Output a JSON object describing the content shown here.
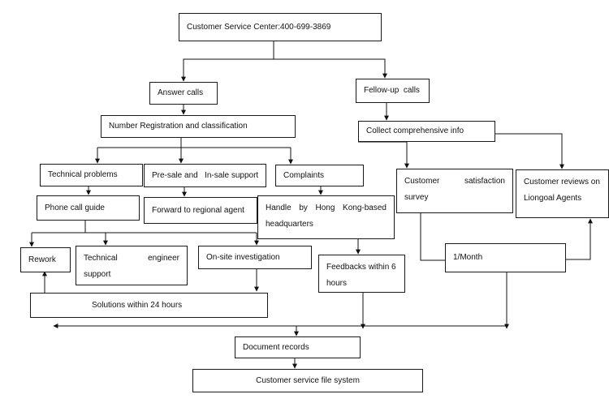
{
  "nodes": {
    "service_center": "Customer Service Center:400-699-3869",
    "answer_calls": "Answer calls",
    "follow_up_calls": "Fellow-up  calls",
    "number_registration": "Number Registration and classification",
    "collect_info": "Collect comprehensive info",
    "technical_problems": "Technical problems",
    "pre_sale_support": "Pre-sale and   In-sale support",
    "complaints": "Complaints",
    "customer_satisfaction_survey": "Customer satisfaction survey",
    "customer_reviews": "Customer reviews on Liongoal Agents",
    "phone_call_guide": "Phone call guide",
    "forward_regional_agent": "Forward to regional agent",
    "handle_hq": "Handle by Hong Kong-based headquarters",
    "rework": "Rework",
    "technical_engineer_support": "Technical engineer support",
    "onsite_investigation": "On-site investigation",
    "feedbacks_6_hours": "Feedbacks within 6 hours",
    "one_month": "1/Month",
    "solutions_24_hours": "Solutions within 24 hours",
    "document_records": "Document records",
    "file_system": "Customer service file system"
  }
}
